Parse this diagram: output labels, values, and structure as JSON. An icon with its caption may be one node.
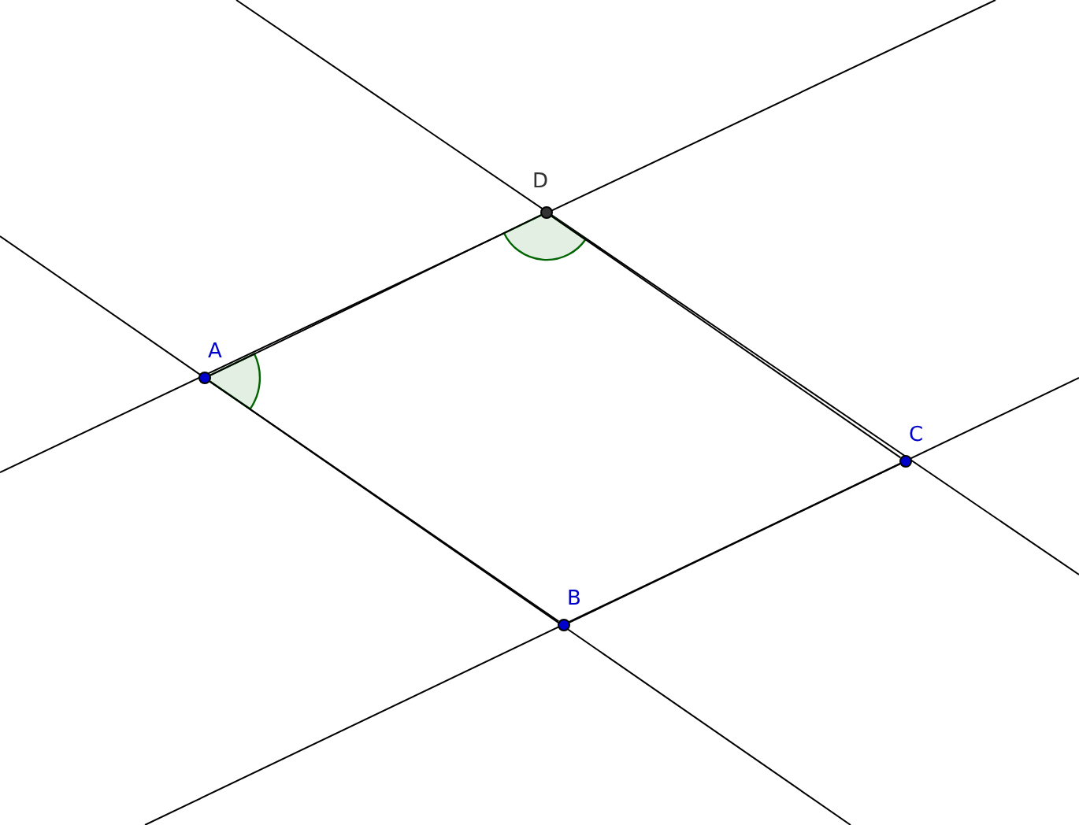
{
  "diagram": {
    "nodes": [
      {
        "text": [
          "A"
        ]
      },
      {
        "text": [
          "B"
        ]
      },
      {
        "text": [
          "C"
        ]
      },
      {
        "text": [
          "D"
        ]
      }
    ],
    "edges": [
      {
        "from": 0,
        "to": 3,
        "arrow": "none"
      },
      {
        "from": 0,
        "to": 1,
        "arrow": "none"
      },
      {
        "from": 3,
        "to": 2,
        "arrow": "none"
      },
      {
        "from": 1,
        "to": 2,
        "arrow": "none"
      }
    ]
  }
}
